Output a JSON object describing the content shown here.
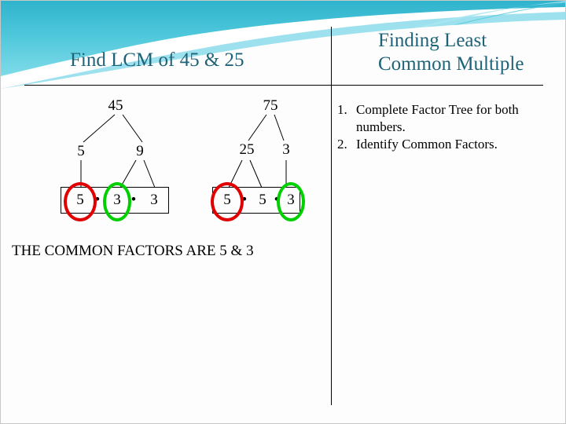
{
  "slide": {
    "title_left": "Find LCM of 45 & 25",
    "title_right_line1": "Finding Least",
    "title_right_line2": "Common Multiple",
    "title_color": "#1f6378",
    "conclusion": "THE COMMON FACTORS ARE 5 & 3",
    "accent_cyan": "#5fd0e0",
    "accent_teal_line": "#39a9b8"
  },
  "instructions": [
    {
      "num": "1.",
      "text": "Complete Factor Tree for both numbers."
    },
    {
      "num": "2.",
      "text": "Identify Common Factors."
    }
  ],
  "trees": [
    {
      "name": "factor-tree-45",
      "root": "45",
      "level2_left": "5",
      "level2_right": "9",
      "factors": [
        "5",
        "3",
        "3"
      ],
      "dots": [
        "•",
        "•"
      ],
      "highlight": [
        {
          "index": 0,
          "color": "red",
          "hex": "#e00000"
        },
        {
          "index": 1,
          "color": "green",
          "hex": "#00d000"
        }
      ]
    },
    {
      "name": "factor-tree-75",
      "root": "75",
      "level2_left": "25",
      "level2_right": "3",
      "factors": [
        "5",
        "5",
        "3"
      ],
      "dots": [
        "•",
        "•"
      ],
      "highlight": [
        {
          "index": 0,
          "color": "red",
          "hex": "#e00000"
        },
        {
          "index": 2,
          "color": "green",
          "hex": "#00d000"
        }
      ]
    }
  ]
}
